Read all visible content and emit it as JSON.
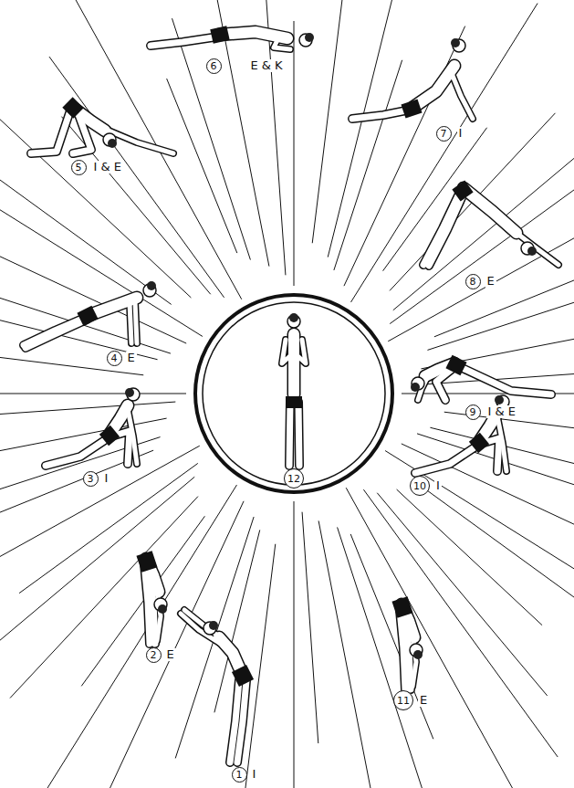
{
  "diagram": {
    "nodes": [
      {
        "text": [
          "1",
          "I"
        ]
      },
      {
        "text": [
          "2",
          "E"
        ]
      },
      {
        "text": [
          "3",
          "I"
        ]
      },
      {
        "text": [
          "4",
          "E"
        ]
      },
      {
        "text": [
          "5",
          "I & E"
        ]
      },
      {
        "text": [
          "6",
          "E & K"
        ]
      },
      {
        "text": [
          "7",
          "I"
        ]
      },
      {
        "text": [
          "8",
          "E"
        ]
      },
      {
        "text": [
          "9",
          "I & E"
        ]
      },
      {
        "text": [
          "10",
          "I"
        ]
      },
      {
        "text": [
          "11",
          "E"
        ]
      },
      {
        "text": [
          "12"
        ]
      }
    ]
  }
}
